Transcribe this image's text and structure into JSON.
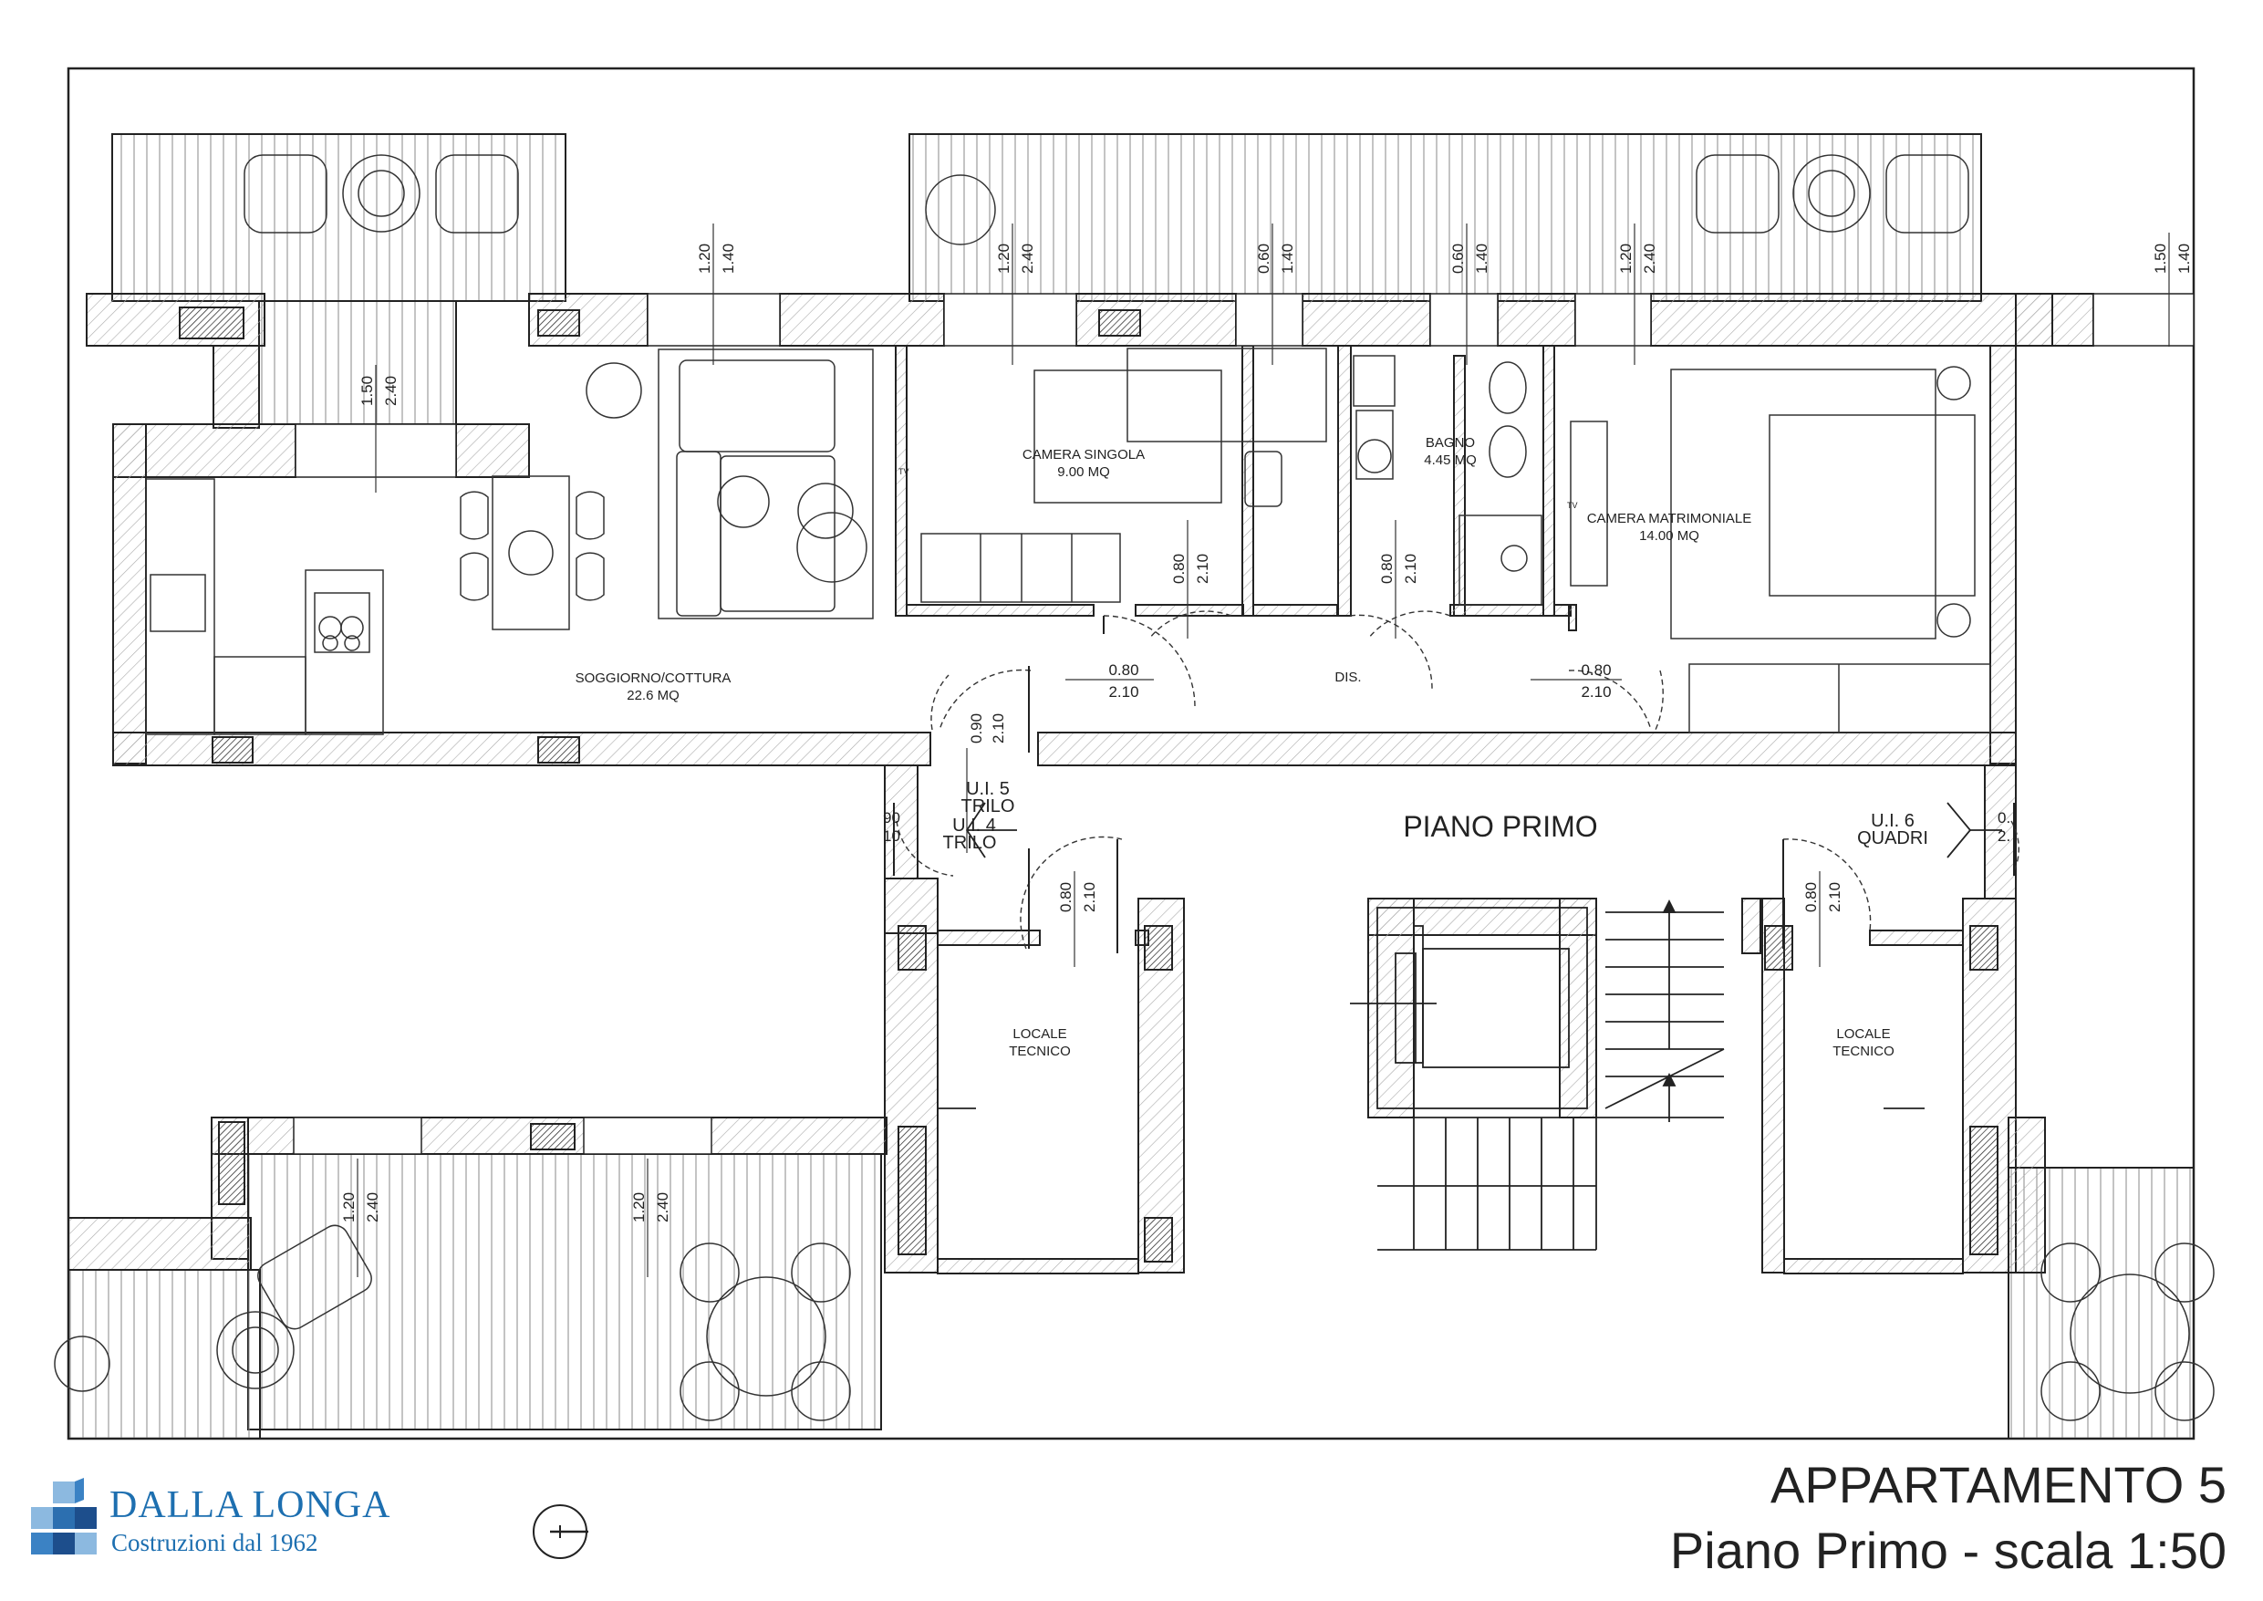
{
  "title": {
    "main": "APPARTAMENTO 5",
    "sub": "Piano Primo - scala 1:50"
  },
  "brand": {
    "name": "DALLA LONGA",
    "tagline": "Costruzioni dal 1962",
    "color": "#1d6fb0",
    "icon": "cube-stack-logo"
  },
  "floor_label": "PIANO PRIMO",
  "rooms": {
    "soggiorno": {
      "name": "SOGGIORNO/COTTURA",
      "area": "22.6 MQ"
    },
    "camera_singola": {
      "name": "CAMERA SINGOLA",
      "area": "9.00 MQ"
    },
    "bagno": {
      "name": "BAGNO",
      "area": "4.45 MQ"
    },
    "camera_matrimoniale": {
      "name": "CAMERA MATRIMONIALE",
      "area": "14.00 MQ"
    },
    "dis": {
      "name": "DIS."
    },
    "locale_tecnico_left": {
      "line1": "LOCALE",
      "line2": "TECNICO"
    },
    "locale_tecnico_right": {
      "line1": "LOCALE",
      "line2": "TECNICO"
    }
  },
  "units": {
    "ui5": {
      "line1": "U.I. 5",
      "line2": "TRILO"
    },
    "ui4": {
      "line1": "U.I. 4",
      "line2": "TRILO"
    },
    "ui6": {
      "line1": "U.I. 6",
      "line2": "QUADRI"
    }
  },
  "window_dims": {
    "w1": {
      "a": "1.20",
      "b": "1.40"
    },
    "w2": {
      "a": "1.20",
      "b": "2.40"
    },
    "w3": {
      "a": "0.60",
      "b": "1.40"
    },
    "w4": {
      "a": "0.60",
      "b": "1.40"
    },
    "w5": {
      "a": "1.20",
      "b": "2.40"
    },
    "w6": {
      "a": "1.50",
      "b": "1.40"
    },
    "w7": {
      "a": "1.50",
      "b": "2.40"
    },
    "w8": {
      "a": "1.20",
      "b": "2.40"
    },
    "w9": {
      "a": "1.20",
      "b": "2.40"
    }
  },
  "door_dims": {
    "d1": {
      "a": "0.80",
      "b": "2.10"
    },
    "d2": {
      "a": "0.80",
      "b": "2.10"
    },
    "d3": {
      "a": "0.80",
      "b": "2.10"
    },
    "d4": {
      "a": "0.80",
      "b": "2.10"
    },
    "d5": {
      "a": "0.90",
      "b": "2.10"
    },
    "d6": {
      "a": "0.80",
      "b": "2.10"
    },
    "d7": {
      "a": "0.80",
      "b": "2.10"
    },
    "d8": {
      "a": "90",
      "b": "10"
    },
    "d9": {
      "a": "0.",
      "b": "2."
    }
  },
  "tv_label": "TV",
  "colors": {
    "line": "#222222",
    "hatch": "#9a9a9a",
    "brand": "#1d6fb0"
  }
}
